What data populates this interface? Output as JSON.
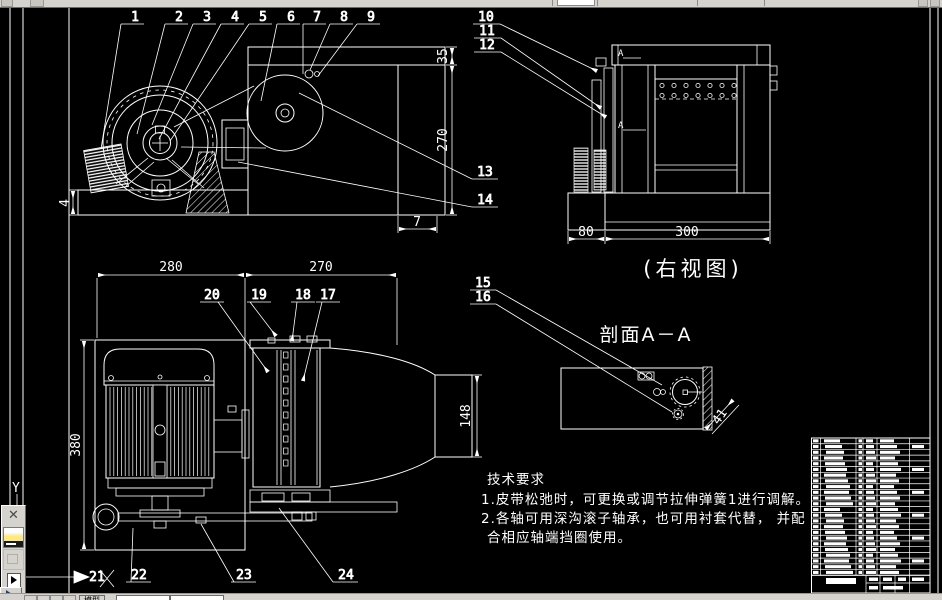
{
  "colors": {
    "canvas_bg": "#000000",
    "line": "#ffffff",
    "chrome": "#d6d3ce",
    "chrome_shadow": "#808080",
    "icon_yellow": "#ffe97f",
    "icon_blue": "#16418c"
  },
  "drawing": {
    "callouts": [
      "1",
      "2",
      "3",
      "4",
      "5",
      "6",
      "7",
      "8",
      "9",
      "10",
      "11",
      "12",
      "13",
      "14",
      "15",
      "16",
      "17",
      "18",
      "19",
      "20",
      "21",
      "22",
      "23",
      "24"
    ],
    "dimensions": {
      "front_top_height": "35",
      "front_frame_height": "270",
      "front_step": "7",
      "front_plate_thickness": "4",
      "side_base_left": "80",
      "side_base_main": "300",
      "plan_left_width": "280",
      "plan_right_width": "270",
      "plan_depth": "380",
      "plan_outlet": "148",
      "section_offset": "41"
    },
    "labels": {
      "right_view": "(右视图)",
      "section_title": "剖面A－A",
      "section_mark_top": "A",
      "section_mark_mid": "A",
      "ucs_axis": "Y"
    },
    "tech_requirements": {
      "title": "技术要求",
      "line1": "1.皮带松弛时，可更换或调节拉伸弹簧1进行调解。",
      "line2": "2.各轴可用深沟滚子轴承，也可用衬套代替，  并配",
      "line3": "合相应轴端挡圈使用。"
    },
    "parts_table": {
      "rows": 24
    }
  },
  "ui": {
    "model_tab": "模型"
  }
}
